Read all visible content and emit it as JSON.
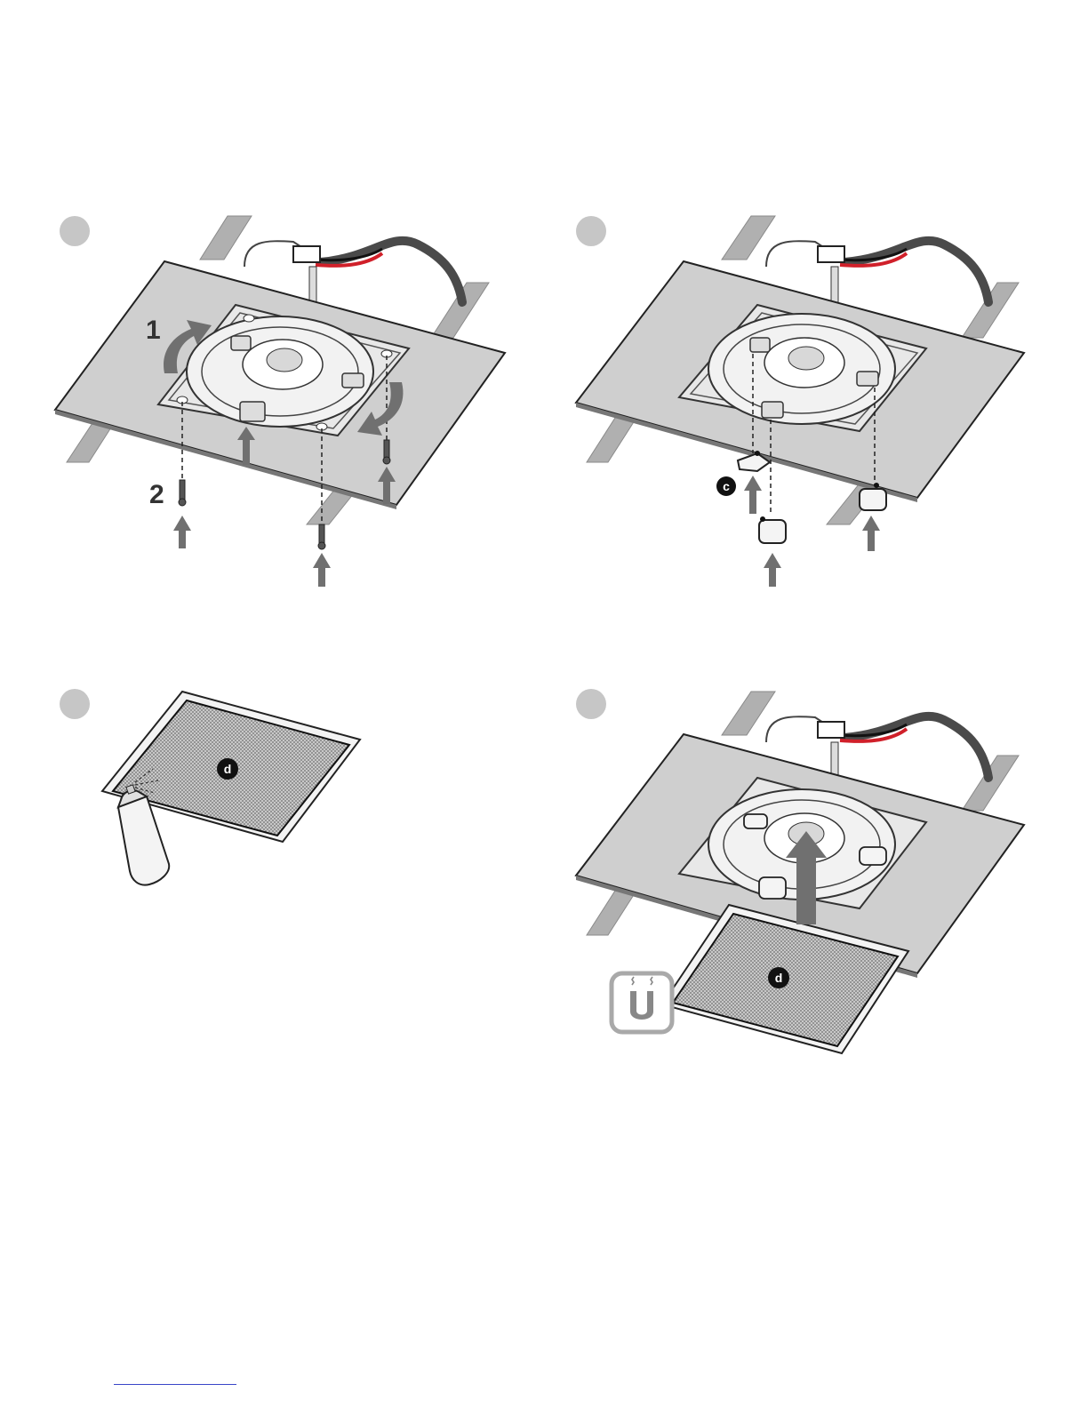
{
  "steps": [
    {
      "labels": [
        "1",
        "2"
      ]
    },
    {
      "callouts": [
        "c"
      ]
    },
    {
      "callouts": [
        "d"
      ]
    },
    {
      "callouts": [
        "d"
      ]
    }
  ],
  "icons": [
    "magnet-icon",
    "spray-can-icon",
    "up-arrow-icon",
    "rotate-arrow-icon",
    "screw-icon"
  ],
  "colors": {
    "ceiling": "#cfcfcf",
    "joist": "#b0b0b0",
    "arrow": "#707070",
    "wire_red": "#d0202a",
    "grille": "#9a9a9a",
    "magnet_frame": "#a9a9a9"
  }
}
